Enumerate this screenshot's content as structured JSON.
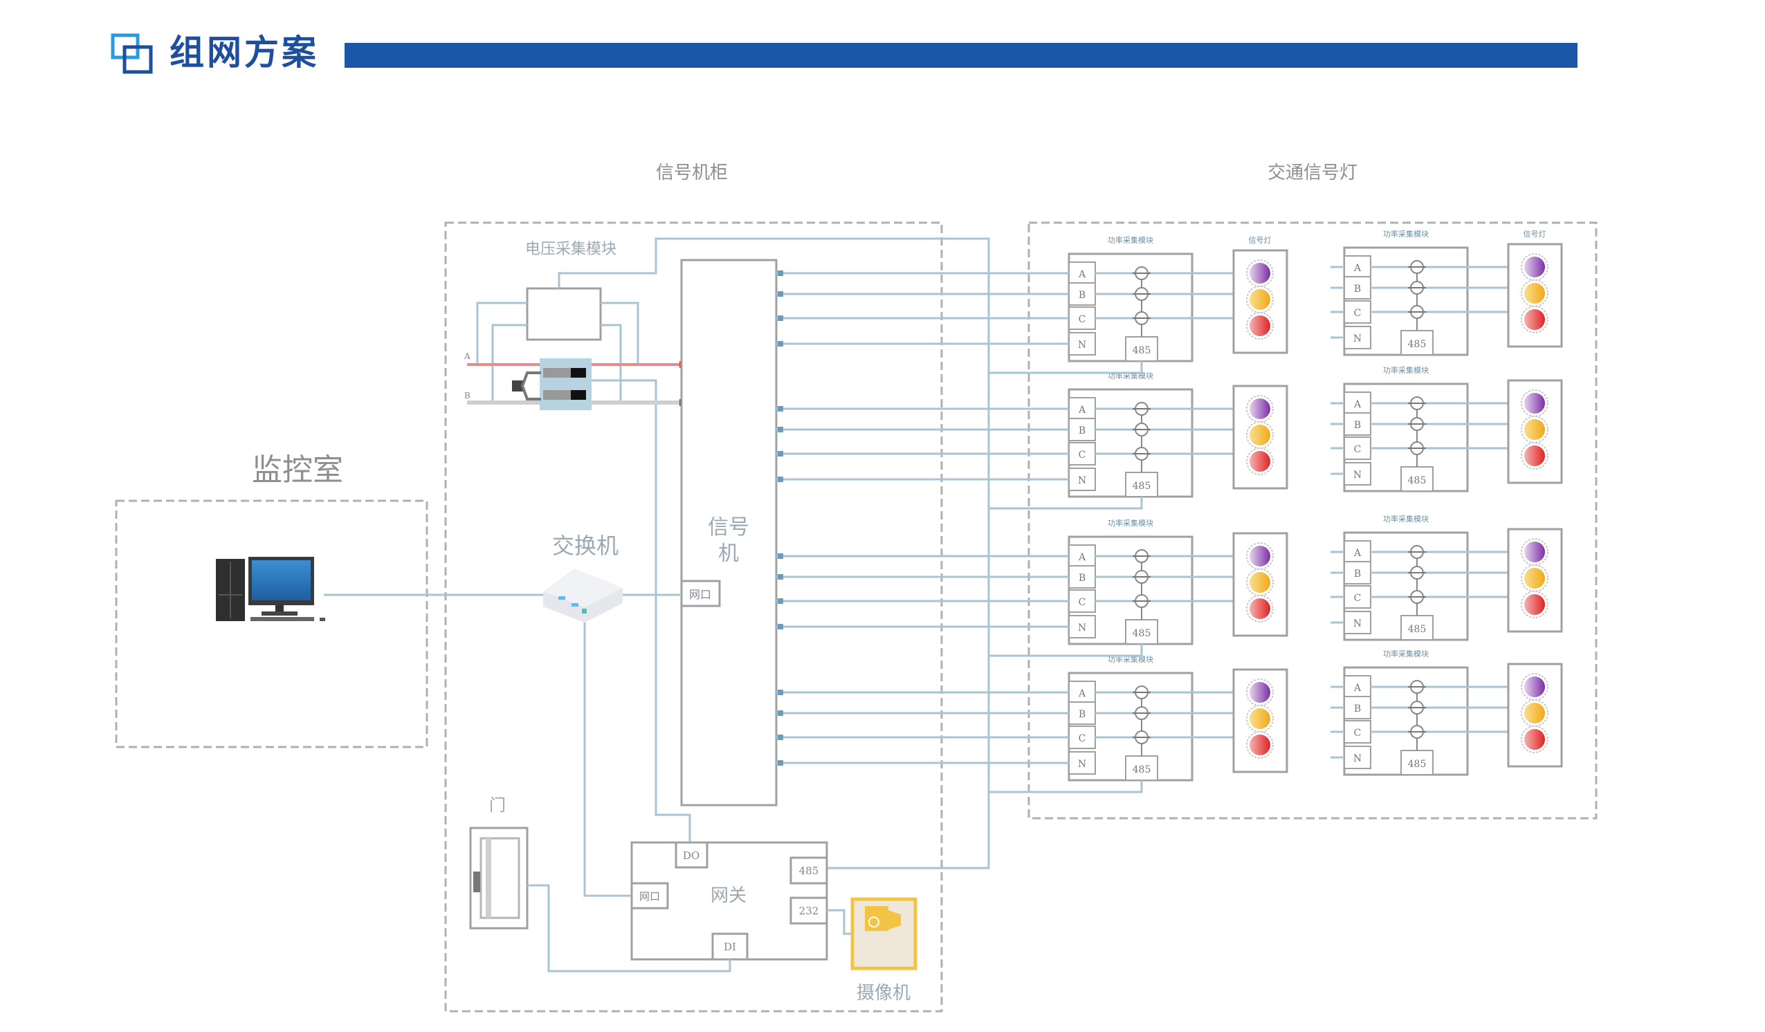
{
  "header": {
    "title": "组网方案",
    "icon": "overlapping-squares-icon",
    "accent_color": "#1a57a6"
  },
  "zones": {
    "cabinet_label": "信号机柜",
    "traffic_label": "交通信号灯",
    "monitor_label": "监控室"
  },
  "cabinet": {
    "voltage_module_label": "电压采集模块",
    "line_a_label": "A",
    "line_b_label": "B",
    "signal_machine_label_1": "信号",
    "signal_machine_label_2": "机",
    "signal_machine_port": "网口",
    "switch_label": "交换机",
    "gateway": {
      "label": "网关",
      "port_do": "DO",
      "port_net": "网口",
      "port_485": "485",
      "port_232": "232",
      "port_di": "DI"
    },
    "door_label": "门",
    "camera_label": "摄像机"
  },
  "traffic": {
    "module_label": "功率采集模块",
    "light_label": "信号灯",
    "phase_labels": [
      "A",
      "B",
      "C",
      "N"
    ],
    "bus_label": "485",
    "light_colors": [
      "#8e44ad",
      "#f2b12e",
      "#e53935"
    ],
    "groups": [
      {
        "row": 1,
        "col": 1
      },
      {
        "row": 1,
        "col": 2
      },
      {
        "row": 2,
        "col": 1
      },
      {
        "row": 2,
        "col": 2
      },
      {
        "row": 3,
        "col": 1
      },
      {
        "row": 3,
        "col": 2
      },
      {
        "row": 4,
        "col": 1
      },
      {
        "row": 4,
        "col": 2
      }
    ]
  },
  "colors": {
    "wire": "#a9c4d2",
    "live_line": "#e98a8a",
    "neutral_line": "#cfcfcf",
    "box_stroke": "#a0a0a0",
    "dashed": "#b0b0b0",
    "breaker": "#b7d3df",
    "camera": "#f3c443"
  }
}
